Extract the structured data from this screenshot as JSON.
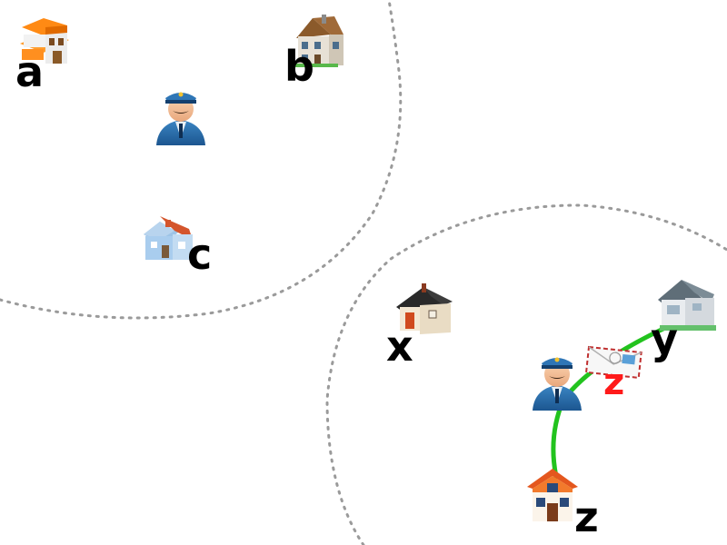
{
  "cluster_left": {
    "houses": [
      {
        "label": "a",
        "icon": "orange-house-icon"
      },
      {
        "label": "b",
        "icon": "brown-manor-icon"
      },
      {
        "label": "c",
        "icon": "blue-cottage-icon"
      }
    ],
    "postman_icon": "postman-icon"
  },
  "cluster_right": {
    "houses": [
      {
        "label": "x",
        "icon": "black-roof-house-icon"
      },
      {
        "label": "y",
        "icon": "gray-roof-house-icon"
      },
      {
        "label": "z",
        "icon": "orange-roof-house-icon"
      }
    ],
    "postman_icon": "postman-icon",
    "letter": {
      "label": "z",
      "icon": "envelope-icon"
    },
    "route_color": "#22c31e"
  },
  "colors": {
    "boundary": "#9a9a9a",
    "letter_label": "#ff1a1a"
  }
}
